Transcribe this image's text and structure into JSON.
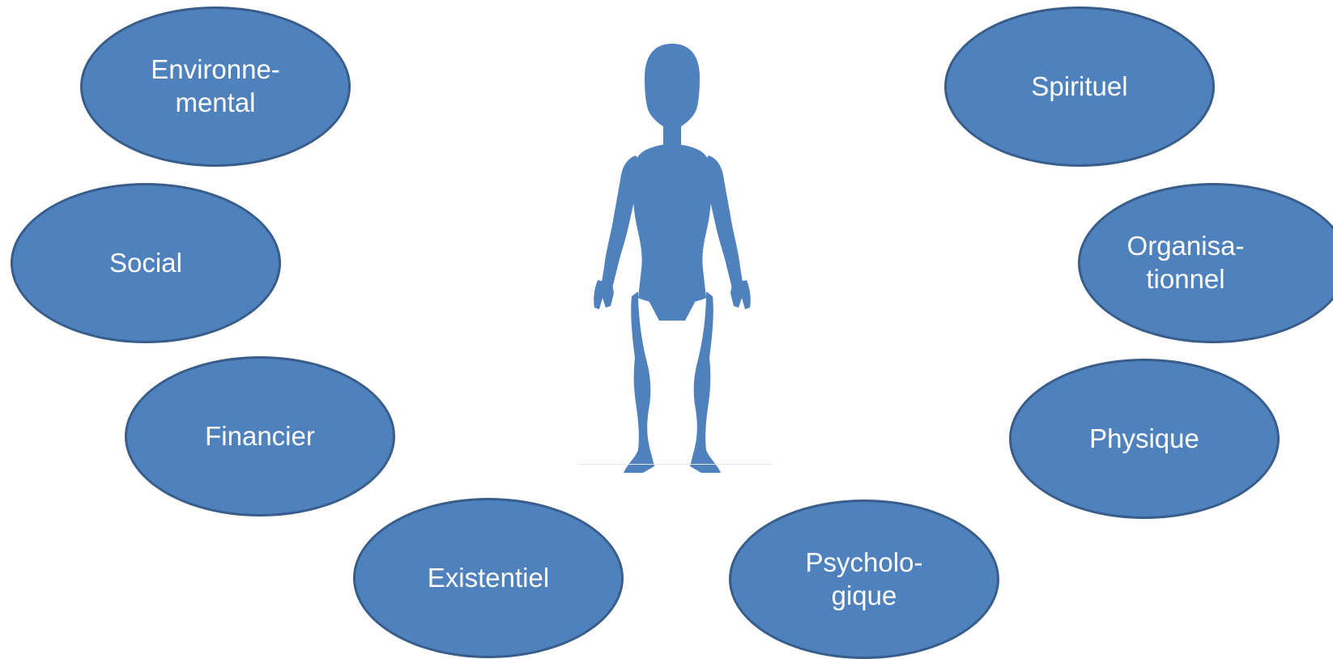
{
  "diagram": {
    "fill_color": "#4f81bd",
    "border_color": "#385d8a",
    "text_color": "#ffffff",
    "center_icon": "human-silhouette-icon",
    "dimensions": [
      {
        "key": "environmental",
        "label": "Environne-\nmental"
      },
      {
        "key": "social",
        "label": "Social"
      },
      {
        "key": "financial",
        "label": "Financier"
      },
      {
        "key": "existential",
        "label": "Existentiel"
      },
      {
        "key": "psychological",
        "label": "Psycholo-\ngique"
      },
      {
        "key": "physical",
        "label": "Physique"
      },
      {
        "key": "organizational",
        "label": "Organisa-\ntionnel"
      },
      {
        "key": "spiritual",
        "label": "Spirituel"
      }
    ]
  }
}
